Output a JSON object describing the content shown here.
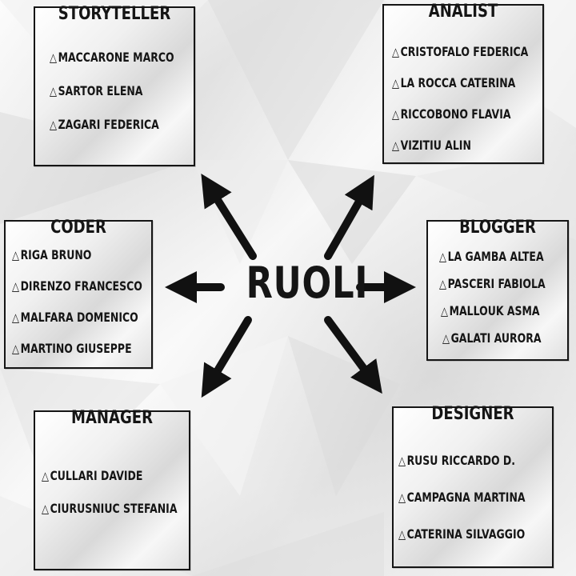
{
  "center": {
    "label": "RUOLI"
  },
  "roles": [
    {
      "title": "STORYTELLER",
      "members": [
        "MACCARONE MARCO",
        "SARTOR ELENA",
        "ZAGARI FEDERICA"
      ]
    },
    {
      "title": "ANALIST",
      "members": [
        "CRISTOFALO FEDERICA",
        "LA ROCCA CATERINA",
        "RICCOBONO FLAVIA",
        "VIZITIU ALIN"
      ]
    },
    {
      "title": "CODER",
      "members": [
        "RIGA BRUNO",
        "DIRENZO FRANCESCO",
        "MALFARA DOMENICO",
        "MARTINO GIUSEPPE"
      ]
    },
    {
      "title": "BLOGGER",
      "members": [
        "LA GAMBA ALTEA",
        "PASCERI FABIOLA",
        "MALLOUK ASMA",
        "GALATI AURORA"
      ]
    },
    {
      "title": "MANAGER",
      "members": [
        "CULLARI DAVIDE",
        "CIURUSNIUC STEFANIA"
      ]
    },
    {
      "title": "DESIGNER",
      "members": [
        "RUSU RICCARDO D.",
        "CAMPAGNA MARTINA",
        "CATERINA SILVAGGIO"
      ]
    }
  ],
  "bullet_symbol": "△",
  "colors": {
    "ink": "#151515",
    "background": "#eeeeee"
  }
}
